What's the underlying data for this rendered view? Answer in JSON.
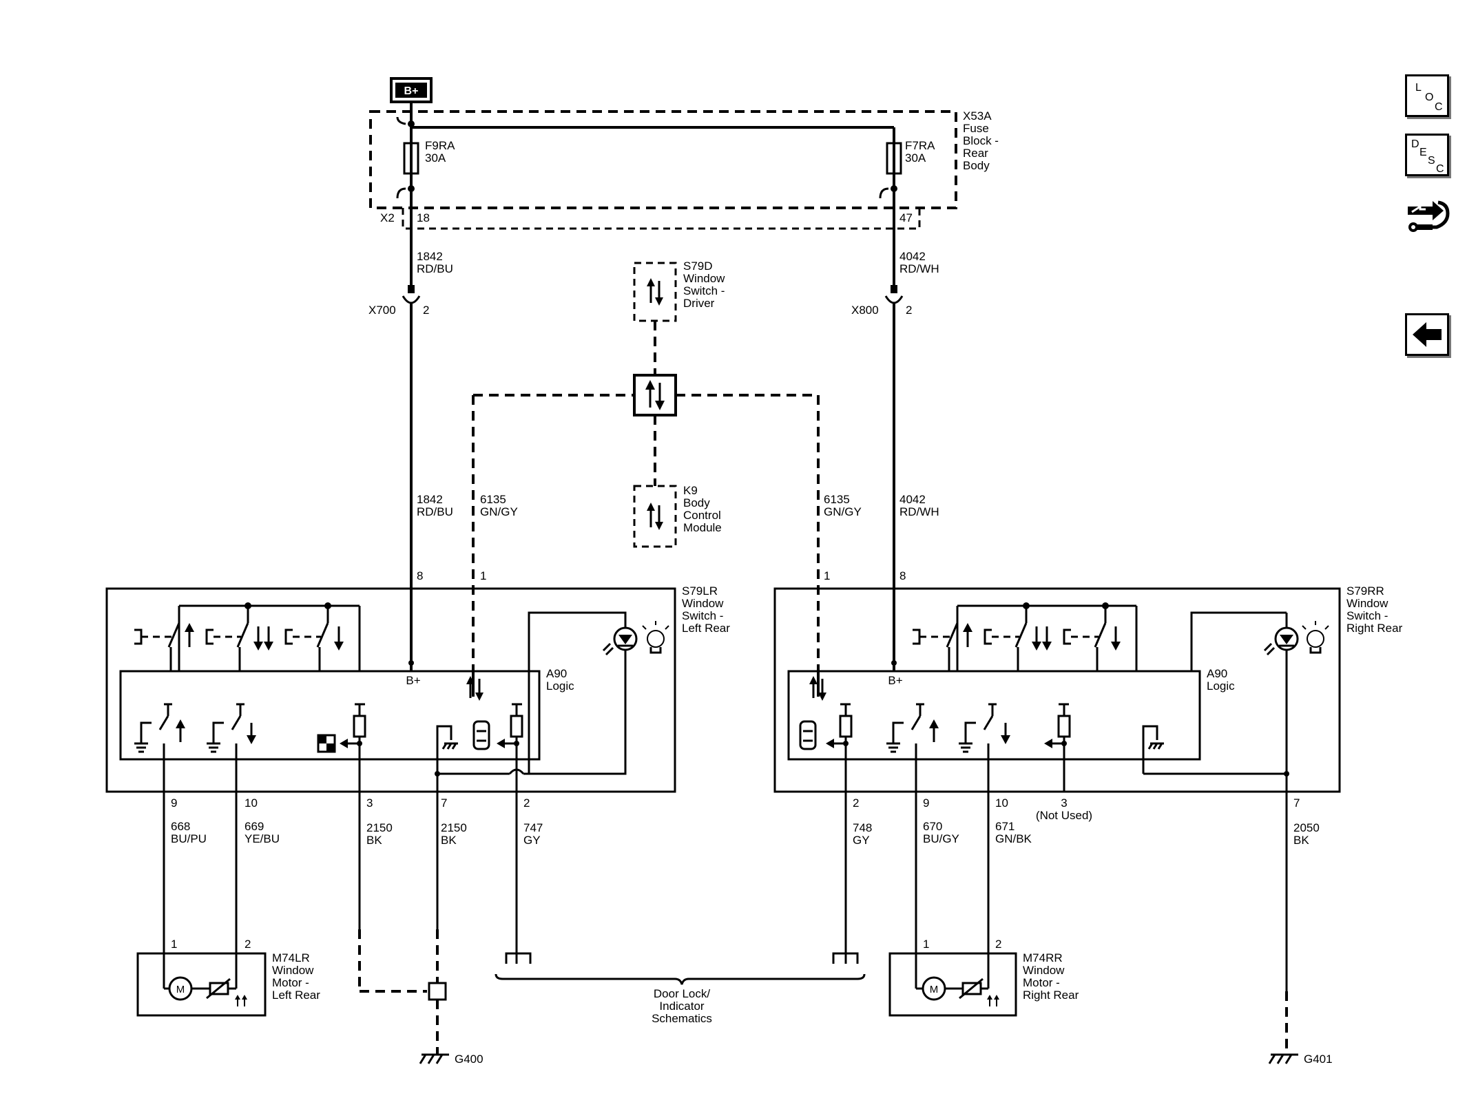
{
  "supply": {
    "label": "B+"
  },
  "fuse_block": {
    "id": "X53A",
    "lines": [
      "Fuse",
      "Block -",
      "Rear",
      "Body"
    ],
    "connector": "X2"
  },
  "fuses": [
    {
      "name": "F9RA",
      "rating": "30A",
      "pin": "18"
    },
    {
      "name": "F7RA",
      "rating": "30A",
      "pin": "47"
    }
  ],
  "circuits": {
    "left_feed": {
      "num": "1842",
      "color": "RD/BU"
    },
    "right_feed": {
      "num": "4042",
      "color": "RD/WH"
    },
    "left_lin": {
      "num": "6135",
      "color": "GN/GY"
    },
    "right_lin": {
      "num": "6135",
      "color": "GN/GY"
    }
  },
  "inline_connectors": [
    {
      "id": "X700",
      "pin": "2"
    },
    {
      "id": "X800",
      "pin": "2"
    }
  ],
  "modules": {
    "driver_switch": {
      "id": "S79D",
      "lines": [
        "Window",
        "Switch -",
        "Driver"
      ]
    },
    "bcm": {
      "id": "K9",
      "lines": [
        "Body",
        "Control",
        "Module"
      ]
    }
  },
  "left_switch": {
    "id": "S79LR",
    "lines": [
      "Window",
      "Switch -",
      "Left Rear"
    ],
    "logic": "A90",
    "logic_label": "Logic",
    "bplus": "B+",
    "top_pins": [
      "8",
      "1"
    ],
    "bottom_wires": [
      {
        "pin": "9",
        "num": "668",
        "color": "BU/PU"
      },
      {
        "pin": "10",
        "num": "669",
        "color": "YE/BU"
      },
      {
        "pin": "3",
        "num": "2150",
        "color": "BK"
      },
      {
        "pin": "7",
        "num": "2150",
        "color": "BK"
      },
      {
        "pin": "2",
        "num": "747",
        "color": "GY"
      }
    ]
  },
  "right_switch": {
    "id": "S79RR",
    "lines": [
      "Window",
      "Switch -",
      "Right Rear"
    ],
    "logic": "A90",
    "logic_label": "Logic",
    "bplus": "B+",
    "top_pins": [
      "1",
      "8"
    ],
    "bottom_wires": [
      {
        "pin": "2",
        "num": "748",
        "color": "GY"
      },
      {
        "pin": "9",
        "num": "670",
        "color": "BU/GY"
      },
      {
        "pin": "10",
        "num": "671",
        "color": "GN/BK"
      },
      {
        "pin": "3",
        "num": "(Not Used)",
        "color": ""
      },
      {
        "pin": "7",
        "num": "2050",
        "color": "BK"
      }
    ]
  },
  "left_motor": {
    "id": "M74LR",
    "lines": [
      "Window",
      "Motor -",
      "Left Rear"
    ],
    "pins": [
      "1",
      "2"
    ]
  },
  "right_motor": {
    "id": "M74RR",
    "lines": [
      "Window",
      "Motor -",
      "Right Rear"
    ],
    "pins": [
      "1",
      "2"
    ]
  },
  "door_lock_ref": {
    "lines": [
      "Door Lock/",
      "Indicator",
      "Schematics"
    ]
  },
  "grounds": [
    "G400",
    "G401"
  ],
  "nav_buttons": [
    {
      "name": "loc-button",
      "letters": [
        "L",
        "O",
        "C"
      ]
    },
    {
      "name": "desc-button",
      "letters": [
        "D",
        "E",
        "S",
        "C"
      ]
    },
    {
      "name": "diagnostic-icon",
      "letters": []
    },
    {
      "name": "back-arrow-icon",
      "letters": []
    }
  ]
}
